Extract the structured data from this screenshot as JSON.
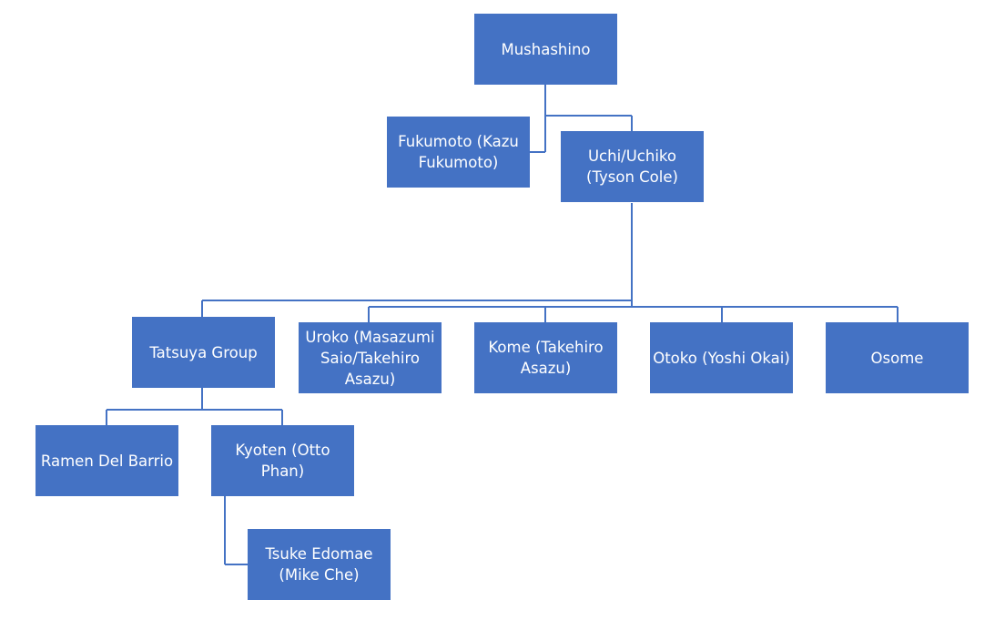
{
  "diagram": {
    "colors": {
      "box_fill": "#4472c4",
      "box_text": "#ffffff",
      "connector": "#4472c4"
    },
    "nodes": {
      "mushashino": "Mushashino",
      "fukumoto": "Fukumoto (Kazu\nFukumoto)",
      "uchi": "Uchi/Uchiko\n(Tyson Cole)",
      "tatsuya": "Tatsuya Group",
      "uroko": "Uroko (Masazumi\nSaio/Takehiro\nAsazu)",
      "kome": "Kome (Takehiro\nAsazu)",
      "otoko": "Otoko (Yoshi Okai)",
      "osome": "Osome",
      "ramen": "Ramen Del Barrio",
      "kyoten": "Kyoten (Otto\nPhan)",
      "tsuke": "Tsuke Edomae\n(Mike Che)"
    }
  }
}
